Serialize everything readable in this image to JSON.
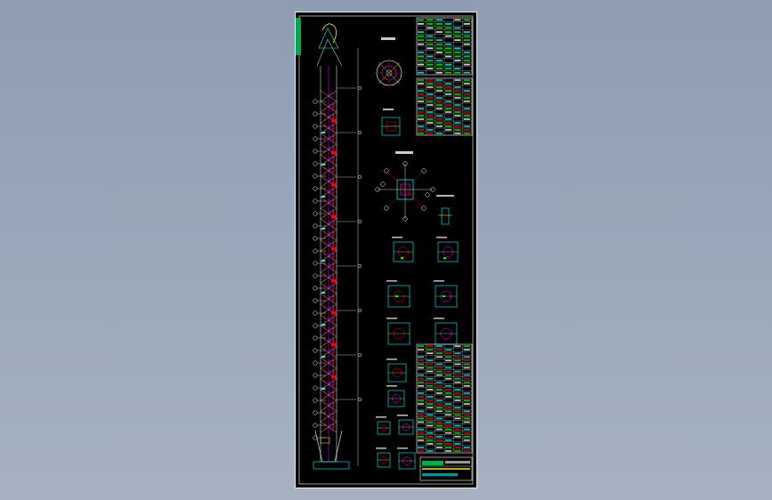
{
  "viewport": {
    "background": "#98a6b9"
  },
  "drawing": {
    "sheet_color": "#000000",
    "frame_color": "#ffffff",
    "line_colors": {
      "white": "#ffffff",
      "cyan": "#00ffff",
      "red": "#ff0000",
      "green": "#00ff00",
      "yellow": "#ffff00",
      "magenta": "#ff00ff"
    },
    "views": [
      {
        "id": "tower-elevation",
        "kind": "elevation"
      },
      {
        "id": "plan-view-top",
        "kind": "plan"
      },
      {
        "id": "plan-view-middle",
        "kind": "plan"
      },
      {
        "id": "node-details",
        "kind": "detail"
      },
      {
        "id": "material-table-upper",
        "kind": "table"
      },
      {
        "id": "material-table-lower",
        "kind": "table"
      },
      {
        "id": "title-block",
        "kind": "title"
      }
    ]
  }
}
